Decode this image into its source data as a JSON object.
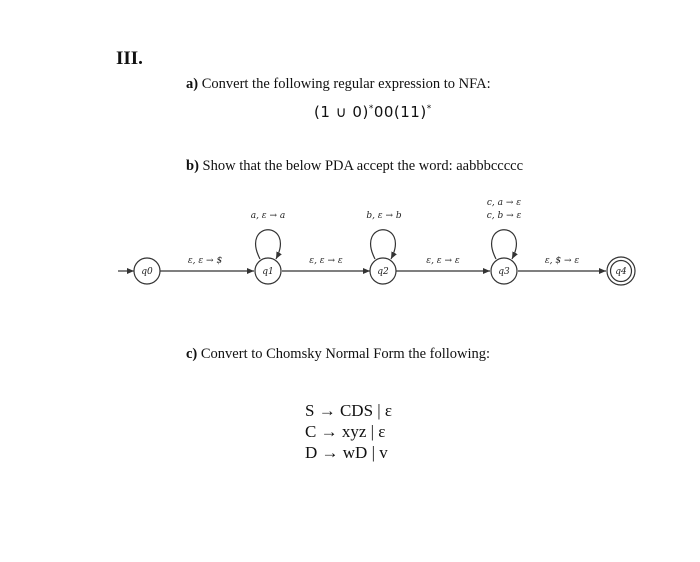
{
  "section": {
    "number": "III."
  },
  "part_a": {
    "letter": "a)",
    "text": "Convert the following regular expression to NFA:",
    "regex_main": "(1 ∪ 0)",
    "regex_mid": "00(11)",
    "star": "*"
  },
  "part_b": {
    "letter": "b)",
    "text": "Show that the below PDA accept the word: aabbbccccc"
  },
  "pda": {
    "states": [
      "q0",
      "q1",
      "q2",
      "q3",
      "q4"
    ],
    "accept_state": "q4",
    "transitions": {
      "q0_q1": "ε, ε → $",
      "q1_q2": "ε, ε → ε",
      "q2_q3": "ε, ε → ε",
      "q3_q4": "ε, $ → ε"
    },
    "loops": {
      "q1": [
        "a, ε → a"
      ],
      "q2": [
        "b, ε → b"
      ],
      "q3": [
        "c, a → ε",
        "c, b → ε"
      ]
    }
  },
  "part_c": {
    "letter": "c)",
    "text": "Convert to Chomsky Normal Form the following:"
  },
  "grammar": [
    "S → CDS | ε",
    "C → xyz | ε",
    "D → wD | v"
  ]
}
